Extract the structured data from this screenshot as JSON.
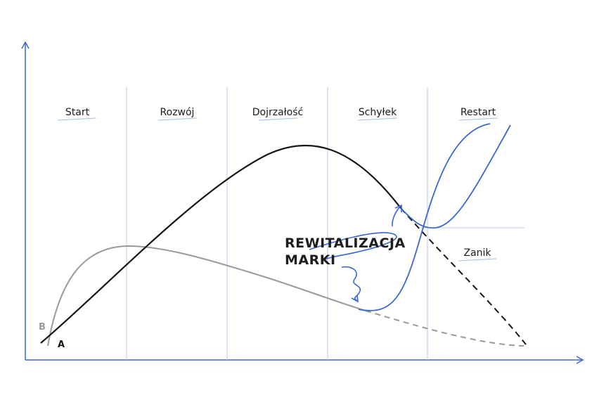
{
  "phases": [
    "Start",
    "Rozwój",
    "Dojrzałość",
    "Schyłek",
    "Restart"
  ],
  "decline_label": "Zanik",
  "series_labels": {
    "a": "A",
    "b": "B"
  },
  "callout": {
    "line1": "REWITALIZACJA",
    "line2": "MARKI"
  },
  "colors": {
    "axis": "#3a66d8",
    "phase_divider": "#b9c8ee",
    "curve_a": "#161616",
    "curve_b": "#9a9a9a",
    "revival_curves": "#3a66d8",
    "label_underline": "#a9bbe8"
  }
}
